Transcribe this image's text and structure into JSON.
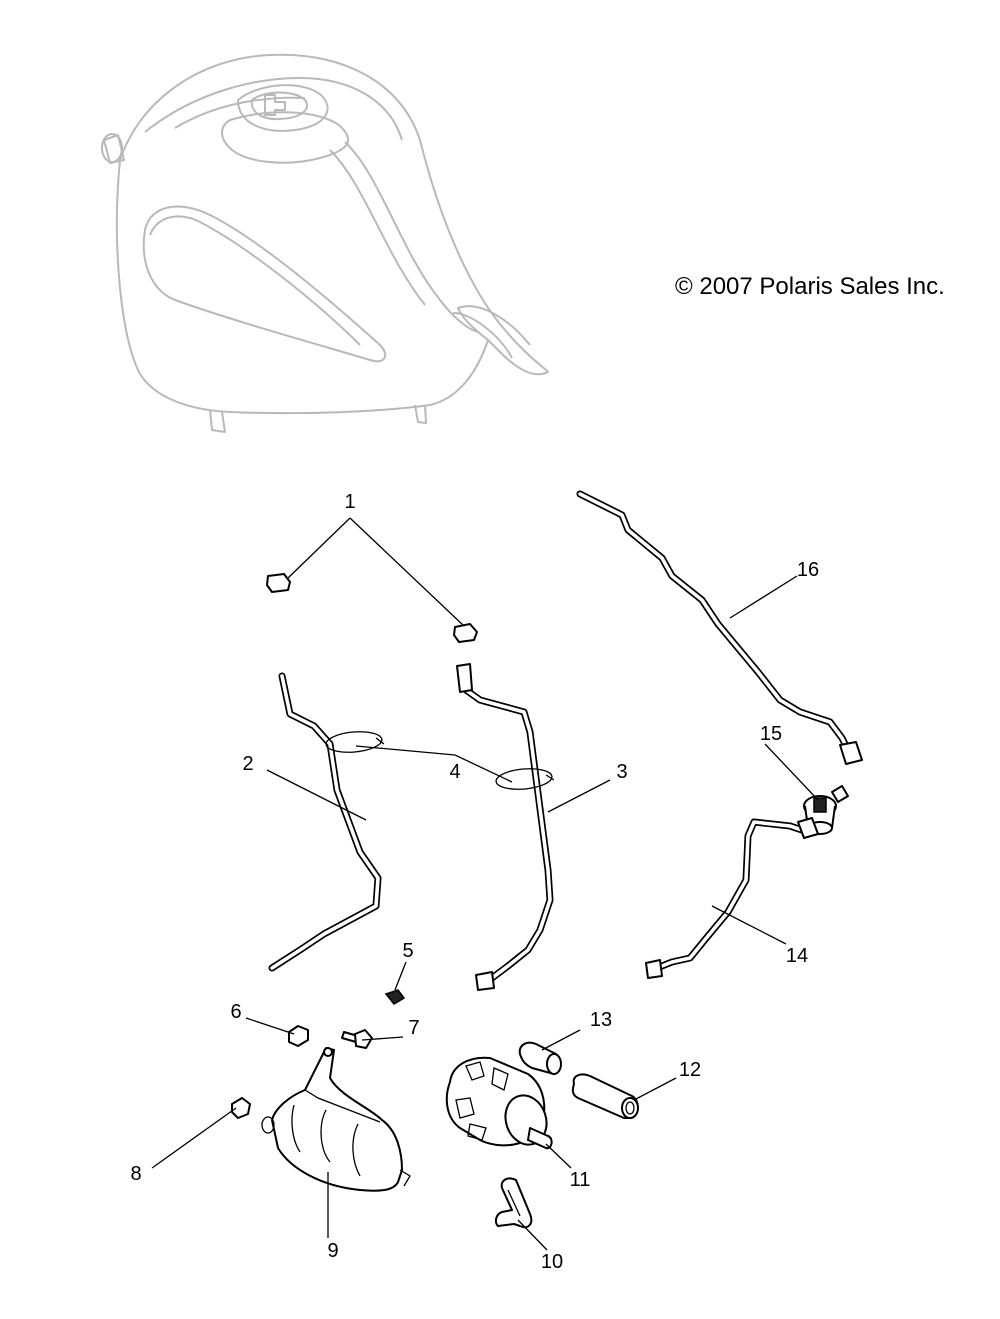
{
  "copyright": "© 2007 Polaris Sales Inc.",
  "callouts": [
    "1",
    "2",
    "3",
    "4",
    "5",
    "6",
    "7",
    "8",
    "9",
    "10",
    "11",
    "12",
    "13",
    "14",
    "15",
    "16"
  ]
}
